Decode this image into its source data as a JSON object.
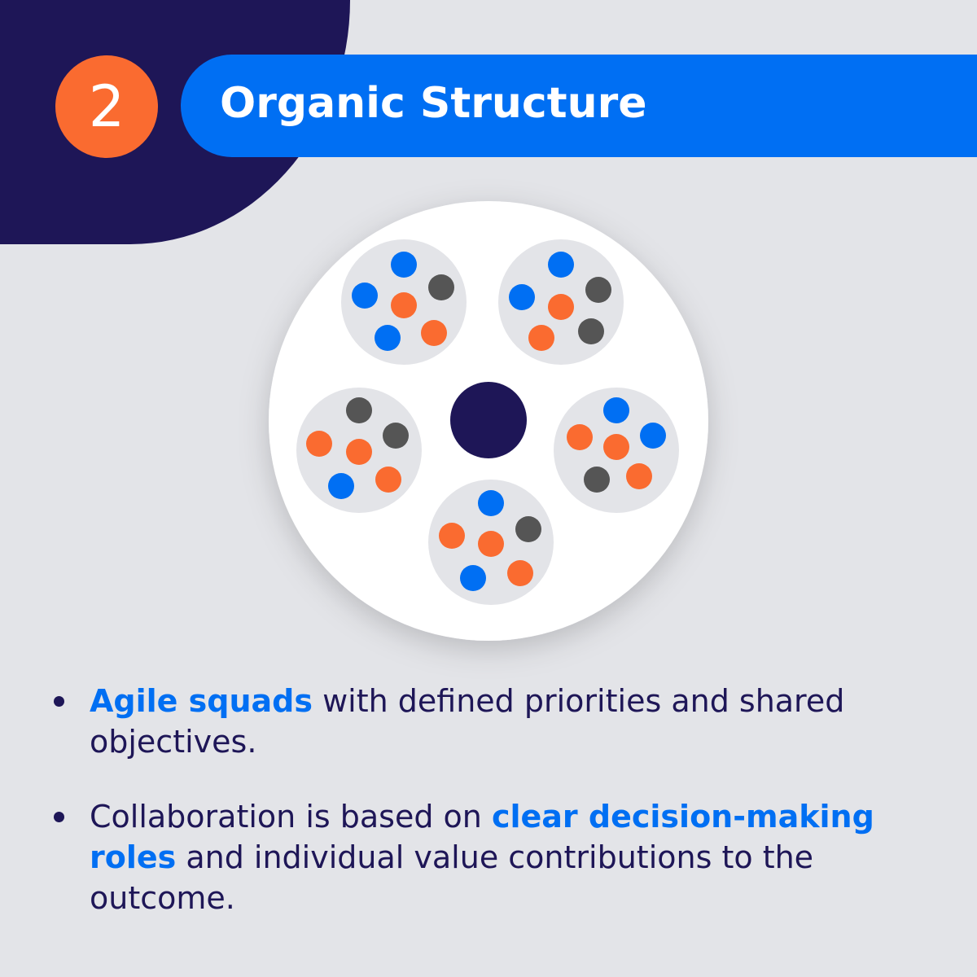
{
  "header": {
    "number": "2",
    "title": "Organic Structure"
  },
  "colors": {
    "navy": "#1e1657",
    "blue": "#006ff3",
    "orange": "#fa6b30",
    "gray": "#555555",
    "light_gray": "#e3e4e8",
    "white": "#ffffff"
  },
  "diagram": {
    "center": "navy-circle",
    "squads": [
      {
        "members": [
          "blue",
          "gray",
          "blue",
          "orange",
          "blue",
          "orange"
        ]
      },
      {
        "members": [
          "blue",
          "gray",
          "blue",
          "orange",
          "orange",
          "gray"
        ]
      },
      {
        "members": [
          "gray",
          "gray",
          "orange",
          "orange",
          "blue",
          "orange"
        ]
      },
      {
        "members": [
          "blue",
          "blue",
          "orange",
          "orange",
          "gray",
          "orange"
        ]
      },
      {
        "members": [
          "blue",
          "gray",
          "orange",
          "orange",
          "blue",
          "orange"
        ]
      }
    ]
  },
  "bullets": [
    {
      "highlight": "Agile squads",
      "text": " with defined priorities and shared objectives."
    },
    {
      "before": "Collaboration is based on ",
      "highlight": "clear decision-making roles",
      "after": " and individual value contributions to the outcome."
    }
  ]
}
